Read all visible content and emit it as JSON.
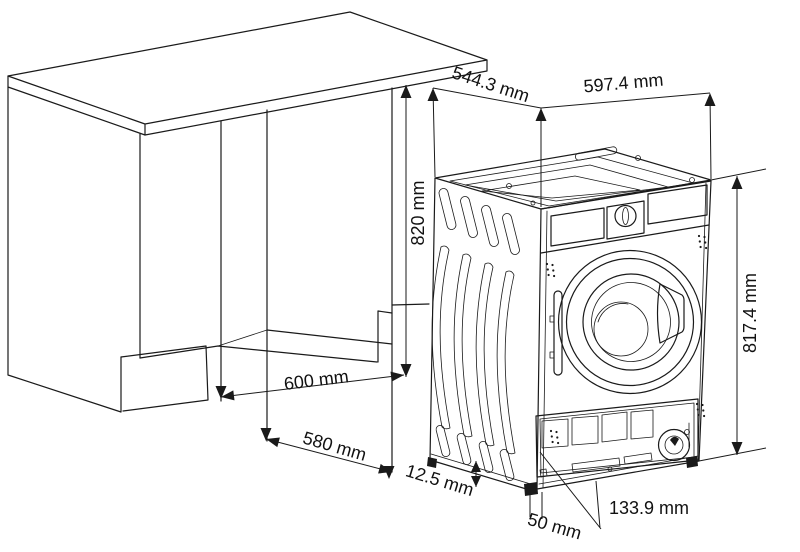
{
  "diagram": {
    "background_color": "#ffffff",
    "line_color": "#1a1a1a",
    "labels": {
      "top_depth": "544.3 mm",
      "top_width": "597.4 mm",
      "niche_height": "820 mm",
      "appliance_height": "817.4 mm",
      "niche_width": "600 mm",
      "lower_depth": "580 mm",
      "plinth_gap": "12.5 mm",
      "foot_inset": "50 mm",
      "base_panel_height": "133.9 mm"
    }
  }
}
